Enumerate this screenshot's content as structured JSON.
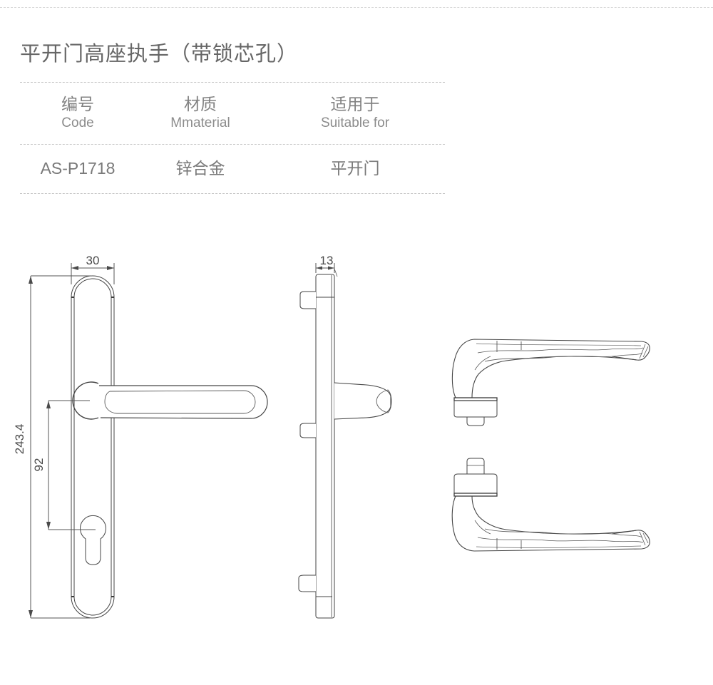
{
  "page": {
    "title": "平开门高座执手（带锁芯孔）"
  },
  "table": {
    "columns": [
      {
        "zh": "编号",
        "en": "Code"
      },
      {
        "zh": "材质",
        "en": "Mmaterial"
      },
      {
        "zh": "适用于",
        "en": "Suitable for"
      }
    ],
    "rows": [
      [
        "AS-P1718",
        "锌合金",
        "平开门"
      ]
    ]
  },
  "drawing": {
    "front_view": {
      "width_mm": "30",
      "height_mm": "243.4",
      "cylinder_offset_mm": "92"
    },
    "side_view": {
      "depth_mm": "13"
    }
  },
  "colors": {
    "title_text": "#666666",
    "table_text": "#828282",
    "divider": "#c7c7c7",
    "drawing_line": "#464646"
  }
}
